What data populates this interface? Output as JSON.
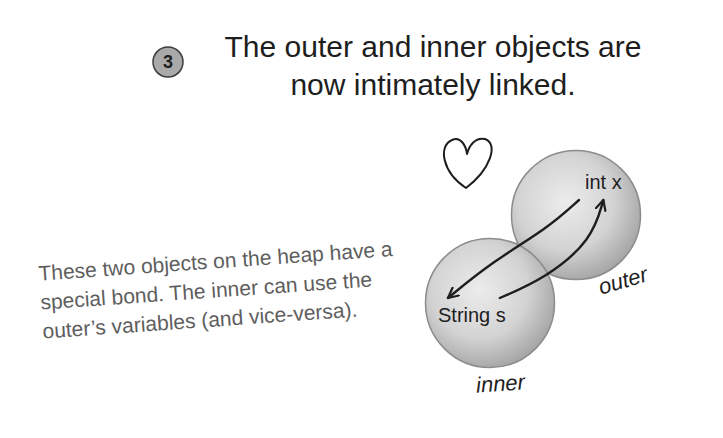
{
  "diagram": {
    "title": "The outer and inner objects are now intimately linked.",
    "nodes": [
      {
        "text": [
          "int x",
          "outer"
        ]
      },
      {
        "text": [
          "String s",
          "inner"
        ]
      }
    ],
    "edges": [
      {
        "from": 0,
        "to": 1,
        "arrow": "to"
      },
      {
        "from": 1,
        "to": 0,
        "arrow": "to"
      }
    ],
    "labels": [
      "3",
      "These two objects on the heap have a special bond. The inner can use the outer’s variables (and vice-versa)."
    ]
  }
}
